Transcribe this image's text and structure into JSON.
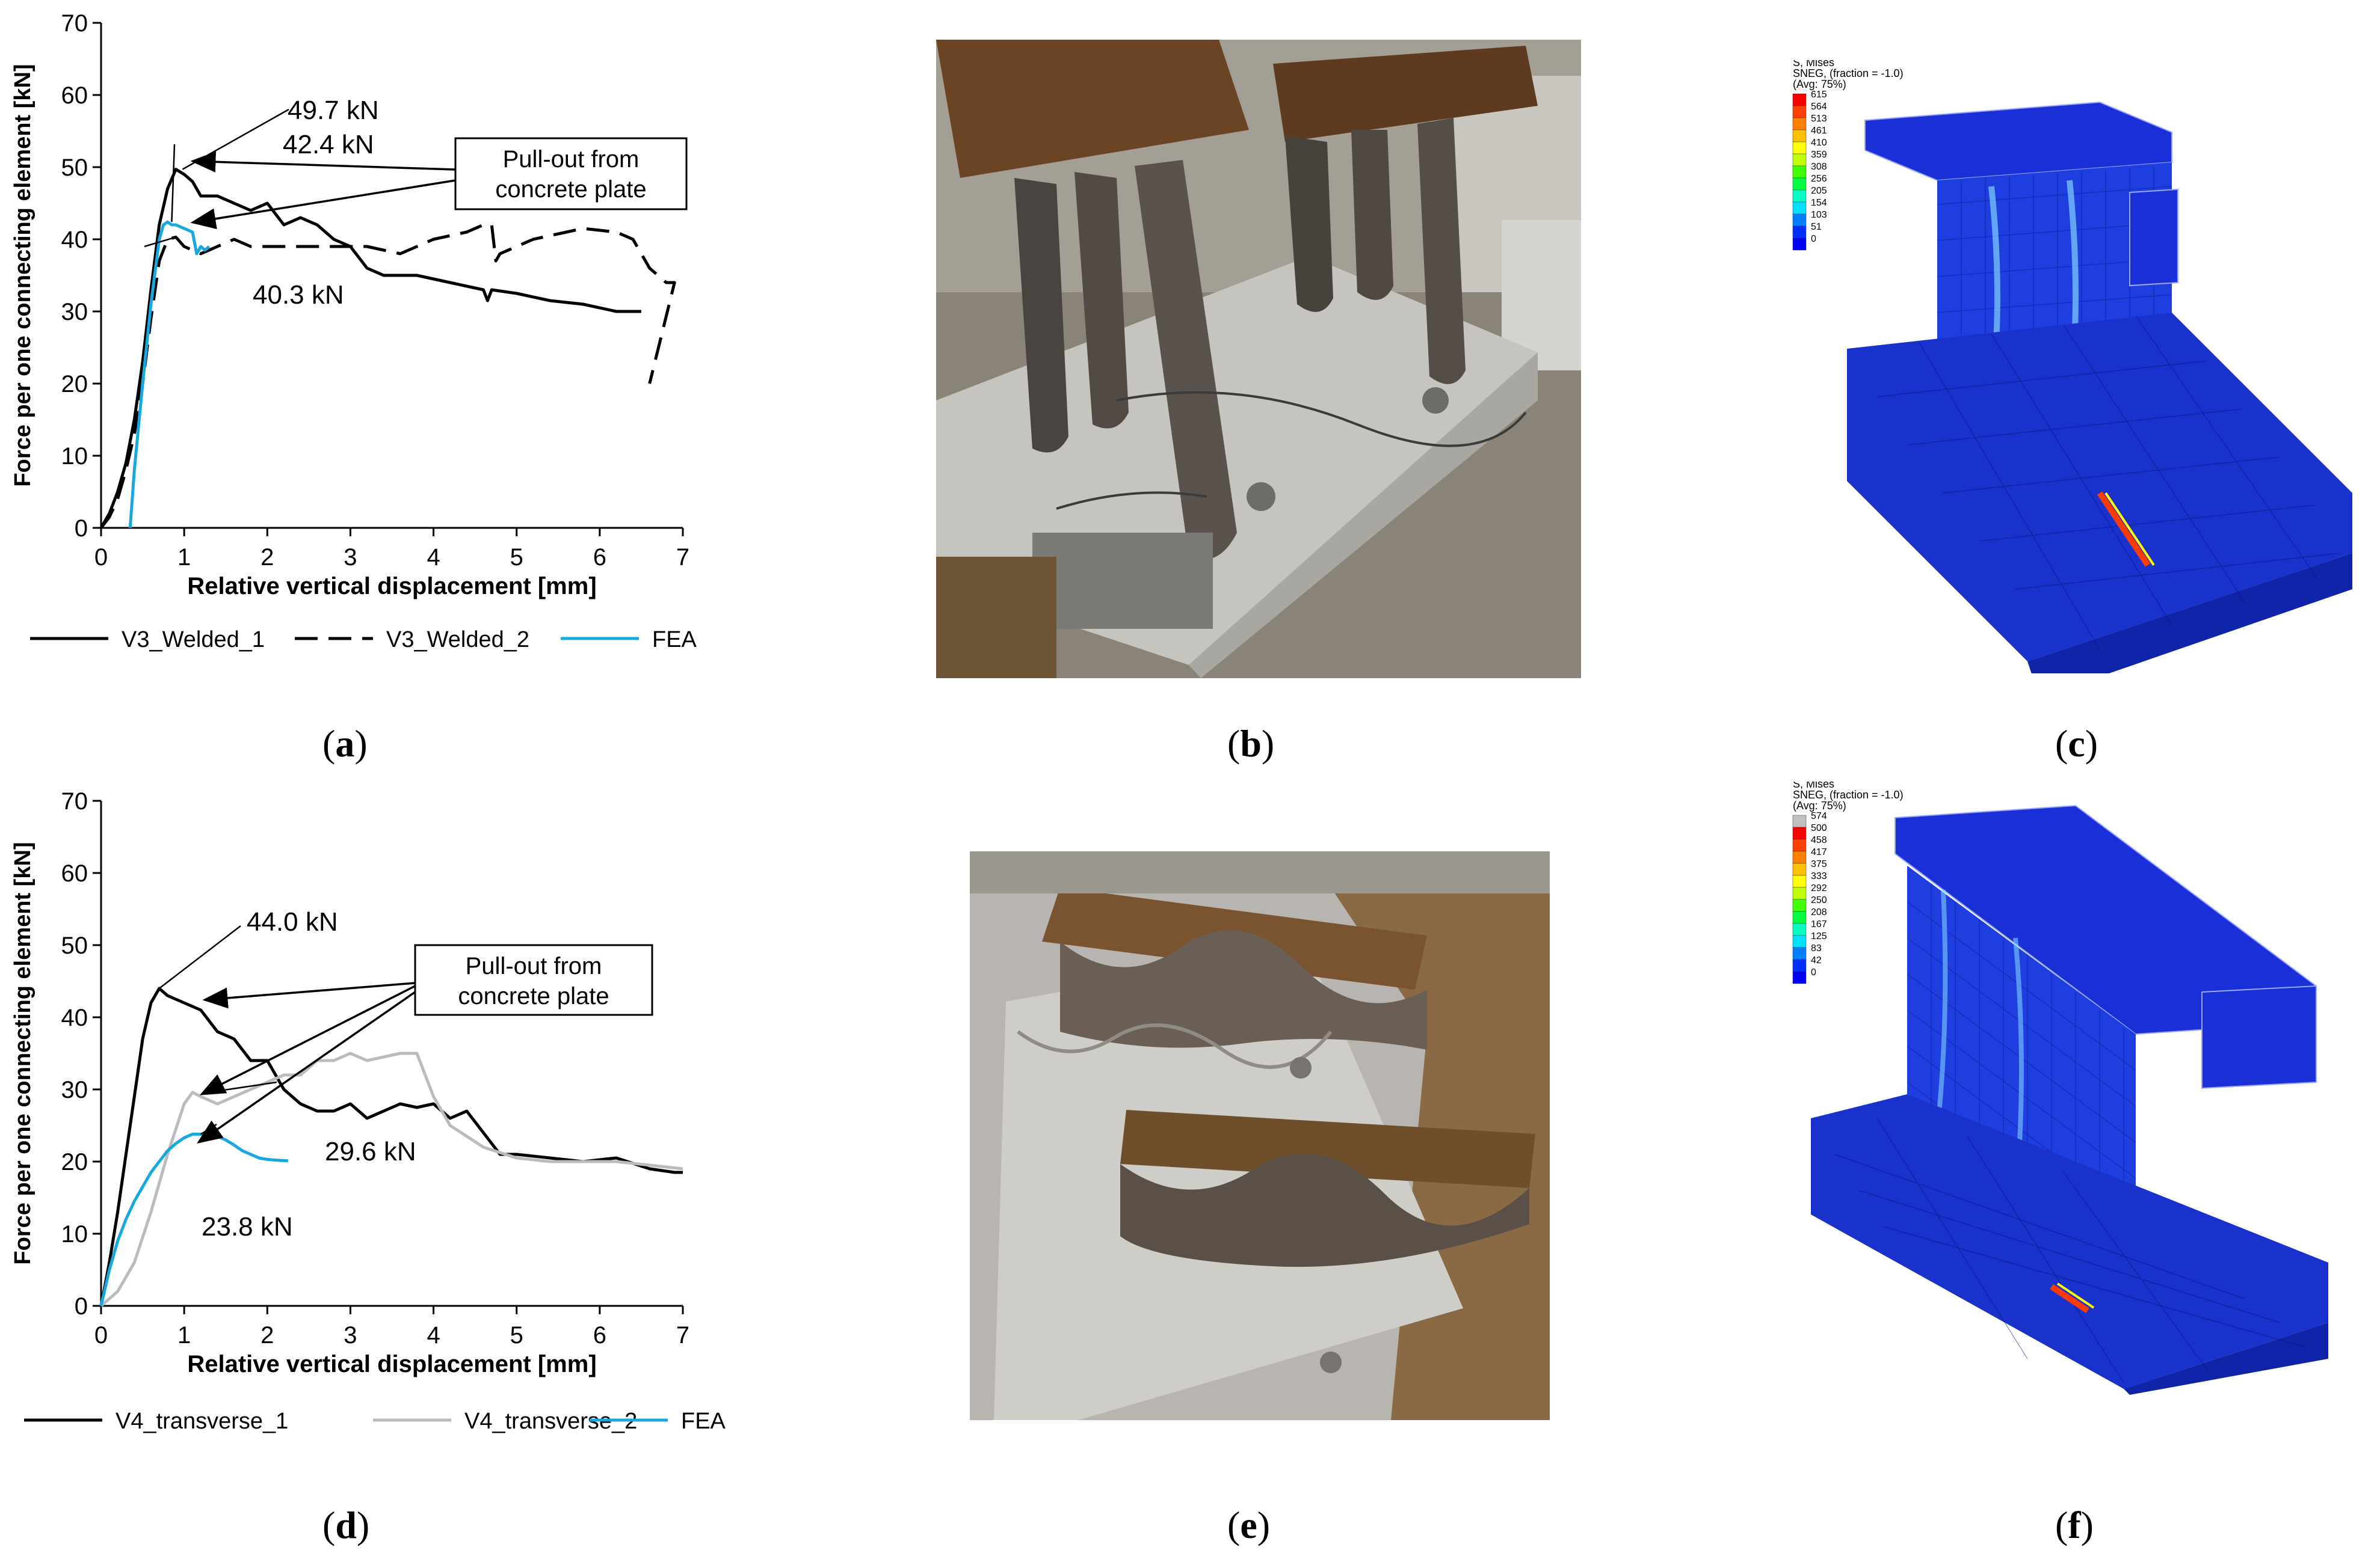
{
  "chart_data": [
    {
      "panel": "a",
      "type": "line",
      "xlabel": "Relative vertical displacement [mm]",
      "ylabel": "Force per one connecting element [kN]",
      "xlim": [
        0,
        7
      ],
      "ylim": [
        0,
        70
      ],
      "xticks": [
        0,
        1,
        2,
        3,
        4,
        5,
        6,
        7
      ],
      "yticks": [
        0,
        10,
        20,
        30,
        40,
        50,
        60,
        70
      ],
      "grid": false,
      "legend_position": "bottom",
      "series": [
        {
          "name": "V3_Welded_1",
          "color": "#000000",
          "dash": "solid",
          "x": [
            0,
            0.1,
            0.2,
            0.3,
            0.4,
            0.5,
            0.6,
            0.7,
            0.8,
            0.9,
            1.0,
            1.1,
            1.2,
            1.4,
            1.6,
            1.8,
            2.0,
            2.2,
            2.4,
            2.6,
            2.8,
            3.0,
            3.2,
            3.4,
            3.6,
            3.8,
            4.0,
            4.2,
            4.4,
            4.6,
            4.65,
            4.7,
            5.0,
            5.4,
            5.8,
            6.2,
            6.5
          ],
          "y": [
            0,
            2,
            5,
            9,
            15,
            23,
            33,
            42,
            47,
            49.7,
            49,
            48,
            46,
            46,
            45,
            44,
            45,
            42,
            43,
            42,
            40,
            39,
            36,
            35,
            35,
            35,
            34.5,
            34,
            33.5,
            33,
            31.5,
            33,
            32.5,
            31.5,
            31,
            30,
            30
          ]
        },
        {
          "name": "V3_Welded_2",
          "color": "#000000",
          "dash": "dashed",
          "x": [
            0,
            0.1,
            0.2,
            0.3,
            0.4,
            0.5,
            0.6,
            0.7,
            0.8,
            0.9,
            1.0,
            1.2,
            1.4,
            1.6,
            1.8,
            2.0,
            2.4,
            2.8,
            3.2,
            3.6,
            4.0,
            4.4,
            4.6,
            4.7,
            4.75,
            4.8,
            5.2,
            5.6,
            5.8,
            6.2,
            6.4,
            6.6,
            6.8,
            6.9,
            6.6
          ],
          "y": [
            0,
            1.5,
            4,
            8,
            13,
            20,
            29,
            37,
            40,
            40.3,
            39,
            38,
            39,
            40,
            39,
            39,
            39,
            39,
            39,
            38,
            40,
            41,
            42,
            42,
            37,
            38,
            40,
            41,
            41.5,
            41,
            40,
            36,
            34,
            34,
            20
          ]
        },
        {
          "name": "FEA",
          "color": "#18a8e0",
          "dash": "solid",
          "x": [
            0.35,
            0.4,
            0.5,
            0.6,
            0.7,
            0.75,
            0.8,
            0.85,
            0.9,
            1.0,
            1.1,
            1.15,
            1.2,
            1.25,
            1.3
          ],
          "y": [
            0,
            8,
            20,
            31,
            40,
            42,
            42.4,
            42,
            42,
            41.5,
            41,
            38,
            39,
            38.5,
            39
          ]
        }
      ],
      "annotations": [
        {
          "text": "49.7 kN",
          "x": 0.98,
          "y": 49.7
        },
        {
          "text": "42.4 kN",
          "x": 0.85,
          "y": 42.4
        },
        {
          "text": "40.3 kN",
          "x": 0.9,
          "y": 40.3
        },
        {
          "text": "Pull-out from concrete plate",
          "lines": [
            "Pull-out from",
            "concrete plate"
          ]
        }
      ]
    },
    {
      "panel": "d",
      "type": "line",
      "xlabel": "Relative vertical displacement [mm]",
      "ylabel": "Force per one connecting element [kN]",
      "xlim": [
        0,
        7
      ],
      "ylim": [
        0,
        70
      ],
      "xticks": [
        0,
        1,
        2,
        3,
        4,
        5,
        6,
        7
      ],
      "yticks": [
        0,
        10,
        20,
        30,
        40,
        50,
        60,
        70
      ],
      "grid": false,
      "legend_position": "bottom",
      "series": [
        {
          "name": "V4_transverse_1",
          "color": "#000000",
          "dash": "solid",
          "x": [
            0,
            0.1,
            0.2,
            0.3,
            0.4,
            0.5,
            0.6,
            0.7,
            0.8,
            1.0,
            1.2,
            1.4,
            1.6,
            1.8,
            2.0,
            2.2,
            2.4,
            2.6,
            2.8,
            3.0,
            3.2,
            3.4,
            3.6,
            3.8,
            4.0,
            4.2,
            4.4,
            4.6,
            4.8,
            5.0,
            5.4,
            5.8,
            6.2,
            6.6,
            6.9,
            7.0
          ],
          "y": [
            0,
            6,
            13,
            21,
            29,
            37,
            42,
            44.0,
            43,
            42,
            41,
            38,
            37,
            34,
            34,
            30,
            28,
            27,
            27,
            28,
            26,
            27,
            28,
            27.5,
            28,
            26,
            27,
            24,
            21,
            21,
            20.5,
            20,
            20.5,
            19,
            18.5,
            18.5
          ]
        },
        {
          "name": "V4_transverse_2",
          "color": "#bbbbbb",
          "dash": "solid",
          "x": [
            0,
            0.2,
            0.4,
            0.6,
            0.8,
            1.0,
            1.1,
            1.2,
            1.4,
            1.6,
            1.8,
            2.0,
            2.2,
            2.4,
            2.6,
            2.8,
            3.0,
            3.2,
            3.4,
            3.6,
            3.8,
            3.9,
            4.0,
            4.2,
            4.6,
            5.0,
            5.4,
            5.8,
            6.2,
            6.6,
            7.0
          ],
          "y": [
            0,
            2,
            6,
            13,
            21,
            28,
            29.6,
            29,
            28,
            29,
            30,
            31,
            32,
            32,
            34,
            34,
            35,
            34,
            34.5,
            35,
            35,
            32,
            29,
            25,
            22,
            20.5,
            20,
            20,
            20,
            19.5,
            19
          ]
        },
        {
          "name": "FEA",
          "color": "#18a8e0",
          "dash": "solid",
          "x": [
            0,
            0.1,
            0.2,
            0.3,
            0.4,
            0.5,
            0.6,
            0.7,
            0.8,
            0.9,
            1.0,
            1.1,
            1.2,
            1.3,
            1.4,
            1.5,
            1.6,
            1.7,
            1.8,
            1.9,
            2.0,
            2.1,
            2.25
          ],
          "y": [
            0,
            5,
            9,
            12,
            14.5,
            16.5,
            18.5,
            20,
            21.5,
            22.5,
            23.3,
            23.8,
            23.8,
            23.7,
            23.5,
            23,
            22.3,
            21.5,
            21,
            20.5,
            20.3,
            20.2,
            20.1
          ]
        }
      ],
      "annotations": [
        {
          "text": "44.0 kN",
          "x": 0.7,
          "y": 44.0
        },
        {
          "text": "29.6 kN",
          "x": 1.3,
          "y": 29.6
        },
        {
          "text": "23.8 kN",
          "x": 1.2,
          "y": 23.8
        },
        {
          "text": "Pull-out from concrete plate",
          "lines": [
            "Pull-out from",
            "concrete plate"
          ]
        }
      ]
    }
  ],
  "fea_c": {
    "header": [
      "S, Mises",
      "SNEG, (fraction = -1.0)",
      "(Avg: 75%)"
    ],
    "scale_values": [
      "615",
      "564",
      "513",
      "461",
      "410",
      "359",
      "308",
      "256",
      "205",
      "154",
      "103",
      "51",
      "0"
    ],
    "scale_colors": [
      "#ff0000",
      "#ff4000",
      "#ff8000",
      "#ffc000",
      "#ffff00",
      "#c0ff00",
      "#40ff00",
      "#00ff40",
      "#00ffc0",
      "#00e0ff",
      "#0080ff",
      "#0030ff",
      "#0000ff"
    ]
  },
  "fea_f": {
    "header": [
      "S, Mises",
      "SNEG, (fraction = -1.0)",
      "(Avg: 75%)"
    ],
    "scale_values": [
      "574",
      "500",
      "458",
      "417",
      "375",
      "333",
      "292",
      "250",
      "208",
      "167",
      "125",
      "83",
      "42",
      "0"
    ],
    "scale_colors": [
      "#c0c0c0",
      "#ff0000",
      "#ff4000",
      "#ff8000",
      "#ffc000",
      "#ffff00",
      "#c0ff00",
      "#40ff00",
      "#00ff40",
      "#00ffc0",
      "#00e0ff",
      "#0080ff",
      "#0030ff",
      "#0000ff"
    ]
  },
  "captions": {
    "a": [
      "(",
      "a",
      ")"
    ],
    "b": [
      "(",
      "b",
      ")"
    ],
    "c": [
      "(",
      "c",
      ")"
    ],
    "d": [
      "(",
      "d",
      ")"
    ],
    "e": [
      "(",
      "e",
      ")"
    ],
    "f": [
      "(",
      "f",
      ")"
    ]
  }
}
